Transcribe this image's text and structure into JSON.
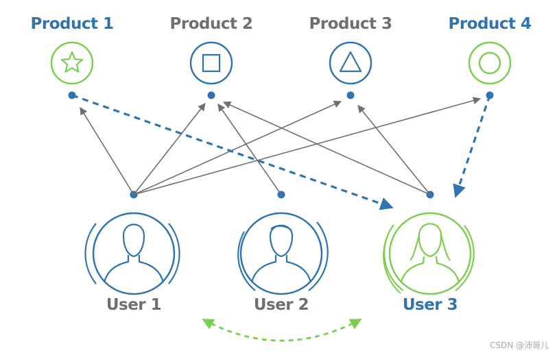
{
  "colors": {
    "blue": "#2f73b0",
    "green": "#7ccf4e",
    "gray": "#6f6f6f",
    "arrow": "#6f6f6f",
    "watermark": "#a9a9a9"
  },
  "products": [
    {
      "label": "Product 1",
      "icon": "star-icon",
      "theme": "green",
      "label_color": "blue"
    },
    {
      "label": "Product 2",
      "icon": "square-icon",
      "theme": "blue",
      "label_color": "gray"
    },
    {
      "label": "Product 3",
      "icon": "triangle-icon",
      "theme": "blue",
      "label_color": "gray"
    },
    {
      "label": "Product 4",
      "icon": "circle-icon",
      "theme": "green",
      "label_color": "blue"
    }
  ],
  "users": [
    {
      "label": "User 1",
      "icon": "male-avatar-icon",
      "theme": "blue",
      "label_color": "gray"
    },
    {
      "label": "User 2",
      "icon": "male-avatar-icon",
      "theme": "blue",
      "label_color": "gray"
    },
    {
      "label": "User 3",
      "icon": "female-avatar-icon",
      "theme": "green",
      "label_color": "blue"
    }
  ],
  "watermark": "CSDN @沛哥儿"
}
